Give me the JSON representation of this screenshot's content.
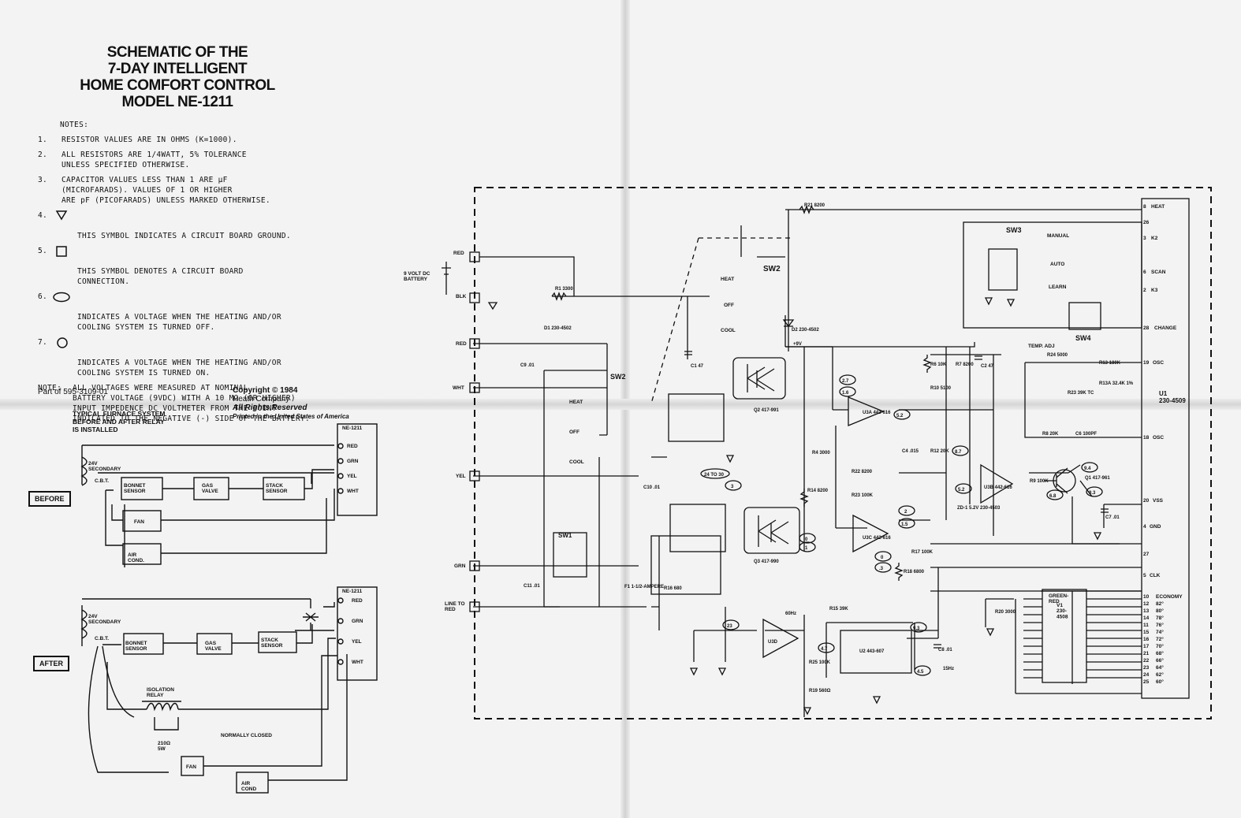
{
  "title_lines": [
    "SCHEMATIC OF THE",
    "7-DAY INTELLIGENT",
    "HOME COMFORT CONTROL",
    "MODEL NE-1211"
  ],
  "notes": {
    "header": "NOTES:",
    "items": [
      {
        "num": "1.",
        "text": "RESISTOR VALUES ARE IN OHMS (K=1000)."
      },
      {
        "num": "2.",
        "text": "ALL RESISTORS ARE 1/4WATT, 5% TOLERANCE\nUNLESS SPECIFIED OTHERWISE."
      },
      {
        "num": "3.",
        "text": "CAPACITOR VALUES LESS THAN 1 ARE µF\n(MICROFARADS). VALUES OF 1 OR HIGHER\nARE pF (PICOFARADS) UNLESS MARKED OTHERWISE."
      },
      {
        "num": "4.",
        "text": "THIS SYMBOL INDICATES A CIRCUIT BOARD GROUND."
      },
      {
        "num": "5.",
        "text": "THIS SYMBOL DENOTES A CIRCUIT BOARD\nCONNECTION."
      },
      {
        "num": "6.",
        "text": "INDICATES A VOLTAGE WHEN THE HEATING AND/OR\nCOOLING SYSTEM IS TURNED OFF."
      },
      {
        "num": "7.",
        "text": "INDICATES A VOLTAGE WHEN THE HEATING AND/OR\nCOOLING SYSTEM IS TURNED ON."
      },
      {
        "num": "NOTE:",
        "text": "ALL VOLTAGES WERE MEASURED AT NOMINAL\nBATTERY VOLTAGE (9VDC) WITH A 10 MΩ (OR HIGHER)\nINPUT IMPEDENCE DC VOLTMETER FROM THE POINT\nINDICATED TO THE NEGATIVE (-) SIDE OF THE BATTERY."
      }
    ]
  },
  "part_of": "Part of 595-3109-01",
  "copyright": {
    "line1": "Copyright © 1984",
    "line2": "Heath Company",
    "line3": "All Rights Reserved",
    "line4": "Printed in the United States of America"
  },
  "furnace": {
    "caption": "TYPICAL FURNACE SYSTEM\nBEFORE AND AFTER RELAY\nIS INSTALLED",
    "before_label": "BEFORE",
    "after_label": "AFTER",
    "device": "NE-1211",
    "secondary": "24V\nSECONDARY",
    "cbt": "C.B.T.",
    "wires": [
      "RED",
      "GRN",
      "YEL",
      "WHT"
    ],
    "before_blocks": [
      "BONNET\nSENSOR",
      "GAS\nVALVE",
      "STACK\nSENSOR",
      "FAN",
      "AIR\nCOND."
    ],
    "after_blocks": [
      "BONNET\nSENSOR",
      "GAS\nVALVE",
      "STACK\nSENSOR",
      "FAN",
      "AIR\nCOND"
    ],
    "relay_label": "ISOLATION\nRELAY",
    "relay_value": "210Ω\n5W",
    "normally_closed": "NORMALLY CLOSED"
  },
  "schematic": {
    "battery": "9 VOLT DC\nBATTERY",
    "connectors": [
      "RED",
      "BLK",
      "RED",
      "WHT",
      "YEL",
      "GRN",
      "LINE TO\nRED"
    ],
    "switches": [
      "SW1",
      "SW2",
      "SW3",
      "SW4"
    ],
    "sw2_positions": [
      "HEAT",
      "OFF",
      "COOL"
    ],
    "sw3_positions": [
      "MANUAL",
      "AUTO",
      "LEARN"
    ],
    "ic_u1": "U1\n230-4509",
    "u1_pins": [
      {
        "pin": "8",
        "name": "HEAT"
      },
      {
        "pin": "26",
        "name": ""
      },
      {
        "pin": "3",
        "name": "K2"
      },
      {
        "pin": "6",
        "name": "SCAN"
      },
      {
        "pin": "2",
        "name": "K3"
      },
      {
        "pin": "28",
        "name": "CHANGE"
      },
      {
        "pin": "19",
        "name": "OSC"
      },
      {
        "pin": "18",
        "name": "OSC"
      },
      {
        "pin": "20",
        "name": "VSS"
      },
      {
        "pin": "4",
        "name": "GND"
      },
      {
        "pin": "27",
        "name": ""
      },
      {
        "pin": "5",
        "name": "CLK"
      }
    ],
    "economy_pins": [
      {
        "pin": "10",
        "name": "ECONOMY"
      },
      {
        "pin": "12",
        "name": "82°"
      },
      {
        "pin": "13",
        "name": "80°"
      },
      {
        "pin": "14",
        "name": "78°"
      },
      {
        "pin": "11",
        "name": "76°"
      },
      {
        "pin": "15",
        "name": "74°"
      },
      {
        "pin": "16",
        "name": "72°"
      },
      {
        "pin": "17",
        "name": "70°"
      },
      {
        "pin": "21",
        "name": "68°"
      },
      {
        "pin": "22",
        "name": "66°"
      },
      {
        "pin": "23",
        "name": "64°"
      },
      {
        "pin": "24",
        "name": "62°"
      },
      {
        "pin": "25",
        "name": "60°"
      }
    ],
    "display": "V1\n230-\n4508",
    "display_color": "GREEN-\nRED",
    "temp_adj": "TEMP. ADJ",
    "components": [
      "R21 8200",
      "R1 3300",
      "D1 230-4502",
      "D2 230-4502",
      "C1 47",
      "C2 47",
      "Q2 417-991",
      "Q3 417-990",
      "Q1 417-961",
      "U3A 442-616",
      "U3B 442-616",
      "U3C 442-616",
      "U3D",
      "U2 443-607",
      "R6 10K",
      "R7 8200",
      "R10 5100",
      "R12 20K",
      "ZD-1 5.2V 230-4503",
      "R4 3000",
      "R22 8200",
      "R23 100K",
      "R14 8200",
      "R17 100K",
      "R18 6800",
      "R15 39K",
      "R25 100K",
      "R19 560Ω",
      "R20 3000",
      "R24 5000",
      "R13 180K",
      "R13A 32.4K 1%",
      "R23 39K TC",
      "R8 20K",
      "C6 100PF",
      "R9 100K",
      "C7 .01",
      "C8 .01",
      "C4 .015",
      "C9 .01",
      "C10 .01",
      "C11 .01",
      "F1 1-1/2-AMPERE",
      "R16 680",
      "60Hz",
      "15Hz",
      "+9V"
    ],
    "voltages": [
      "2.7",
      "1.6",
      "5.2",
      "8.7",
      "5.2",
      "9.4",
      "6.8",
      "9.3",
      "2",
      "1.5",
      "0",
      "1",
      "0",
      ".3",
      "4.7",
      "9.3",
      "4.5",
      "23",
      "24 TO 30",
      "3"
    ]
  }
}
